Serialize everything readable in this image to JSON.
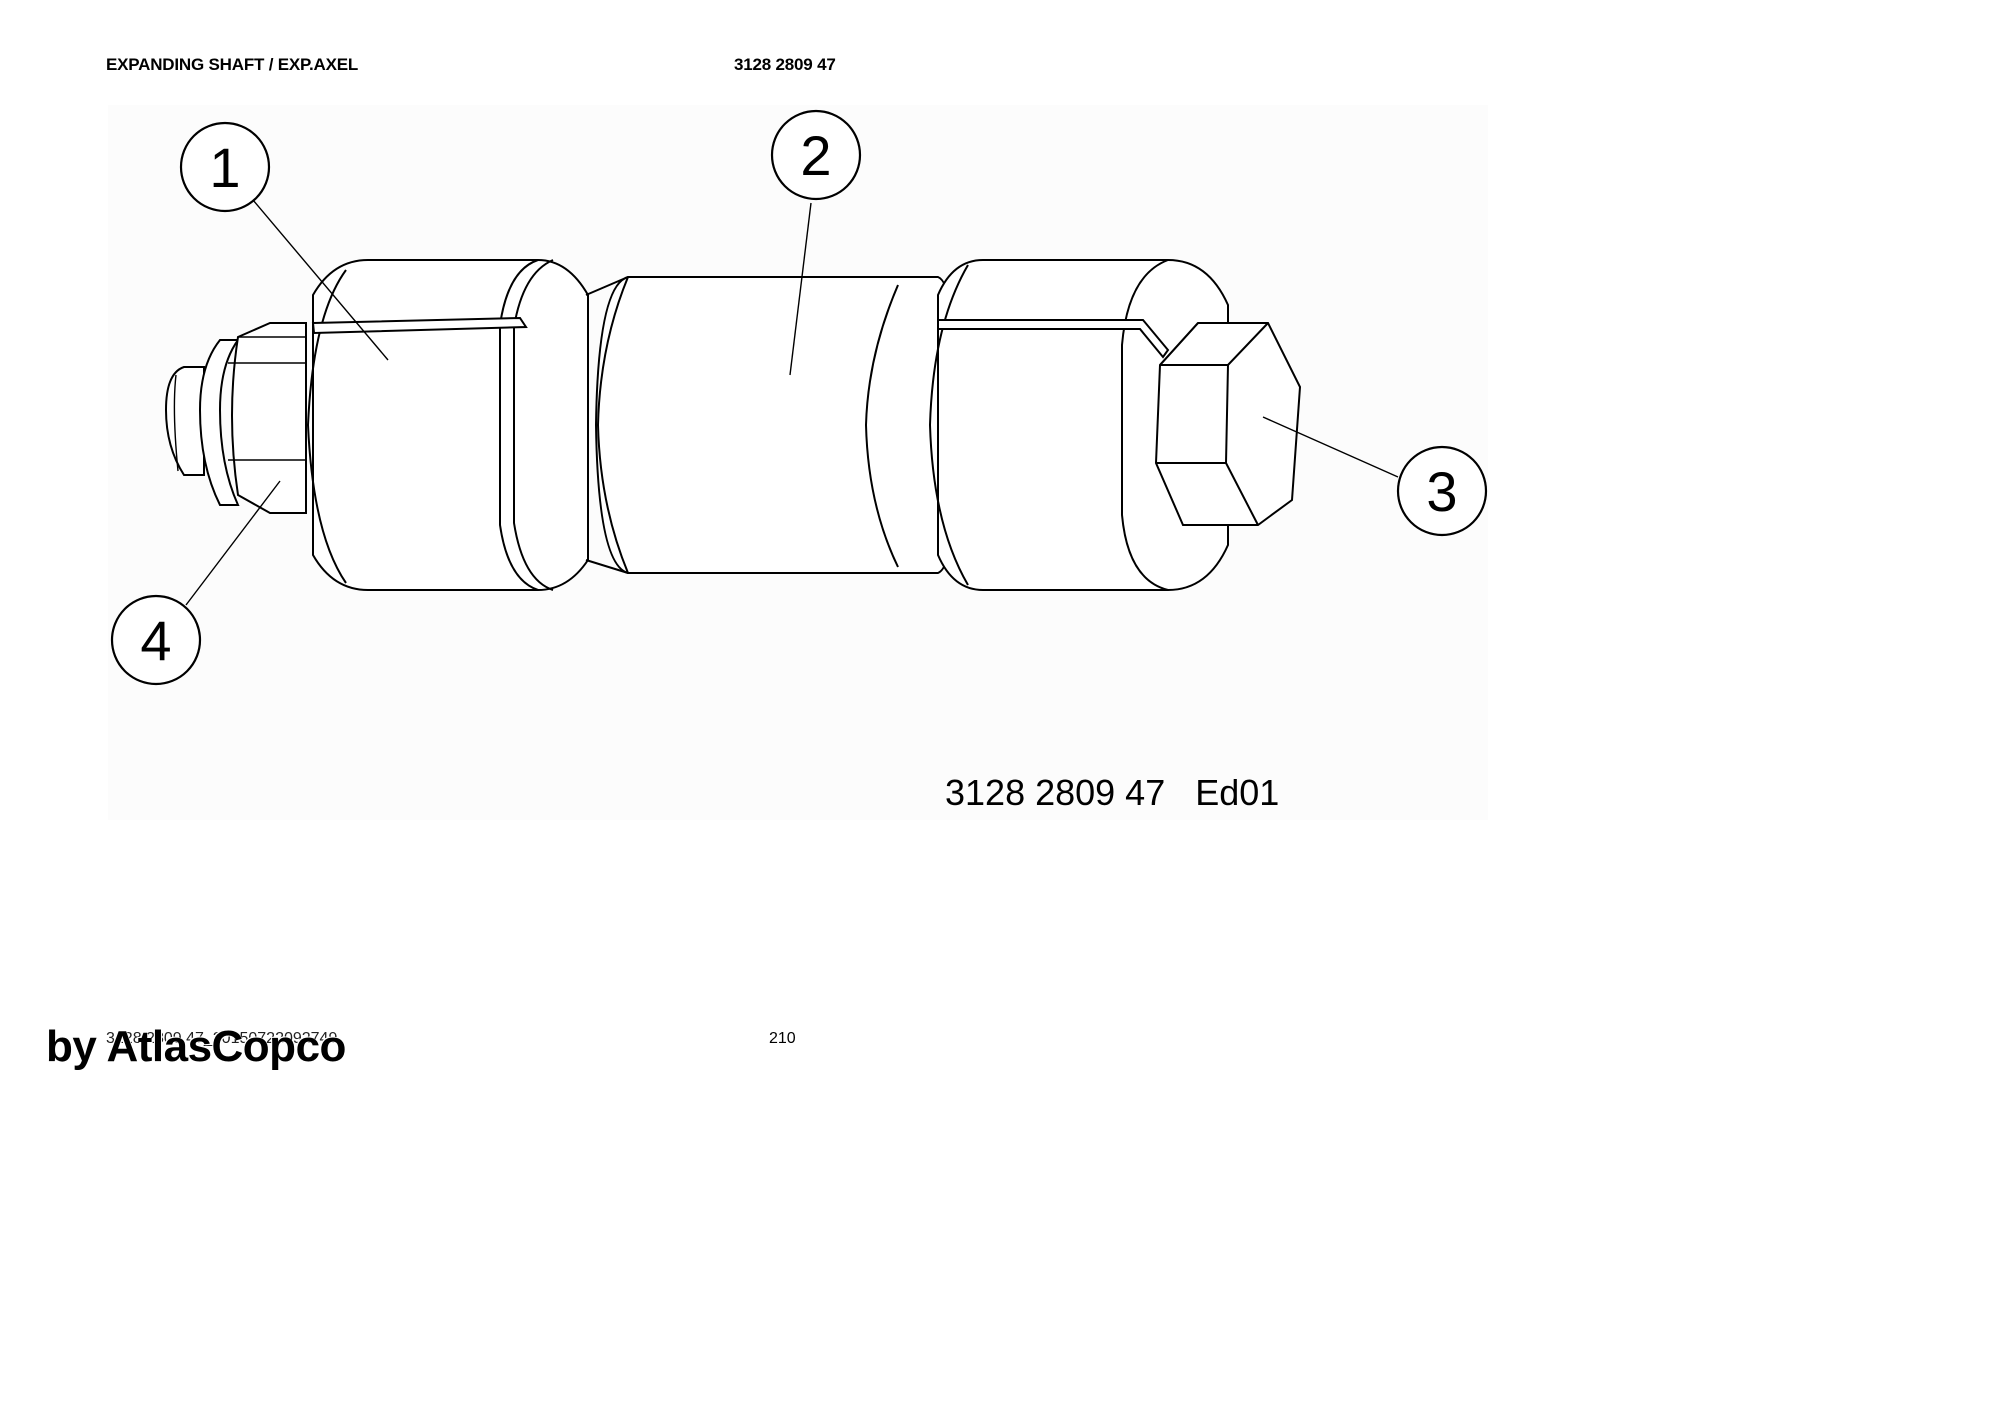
{
  "header": {
    "title": "EXPANDING SHAFT / EXP.AXEL",
    "part_number": "3128 2809 47"
  },
  "drawing": {
    "callouts": [
      "1",
      "2",
      "3",
      "4"
    ],
    "reference": "3128 2809 47   Ed01"
  },
  "footer": {
    "document_id": "3128 2809 47_20150722092749",
    "page_number": "210"
  },
  "watermark": "by AtlasCopco"
}
